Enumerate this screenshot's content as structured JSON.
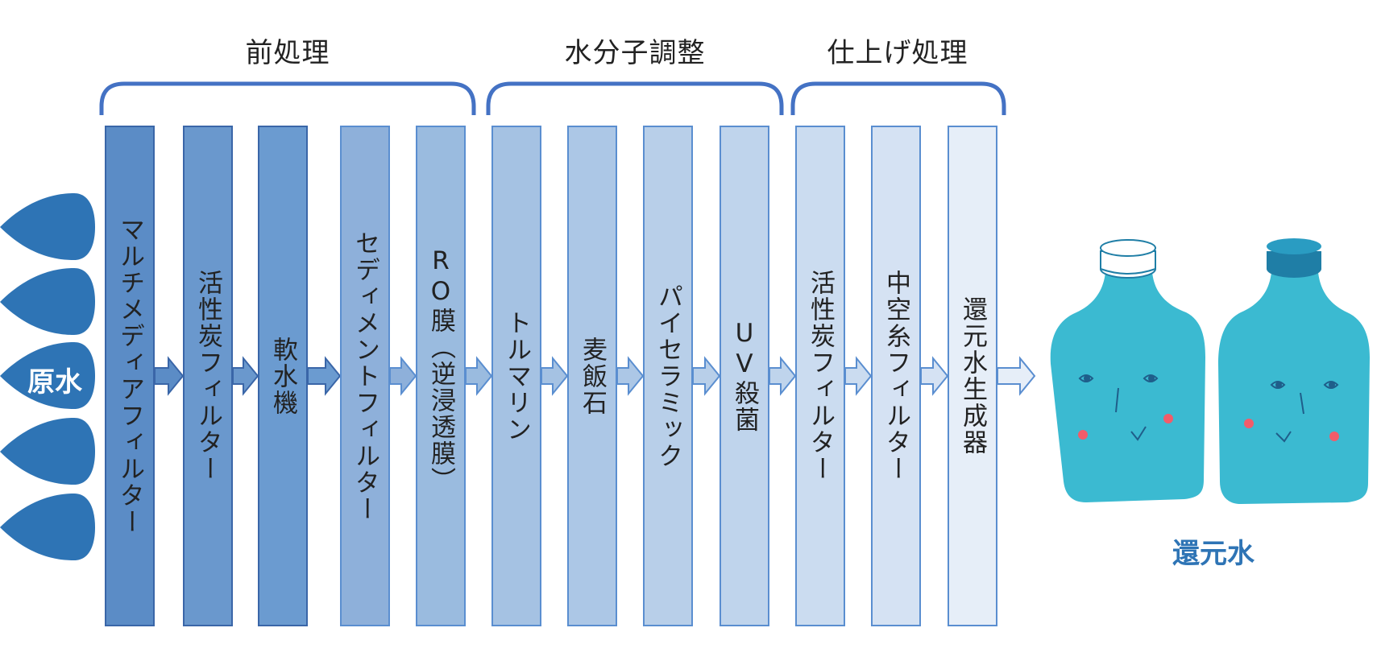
{
  "groups": [
    {
      "label": "前処理"
    },
    {
      "label": "水分子調整"
    },
    {
      "label": "仕上げ処理"
    }
  ],
  "input_label": "原水",
  "output_label": "還元水",
  "stages": [
    {
      "label": "マルチメディアフィルター",
      "fill": "#5b8cc6"
    },
    {
      "label": "活性炭フィルター",
      "fill": "#6a98cd"
    },
    {
      "label": "軟水機",
      "fill": "#6b9bd0"
    },
    {
      "label": "セディメントフィルター",
      "fill": "#8eb0da"
    },
    {
      "label": "RO膜（逆浸透膜）",
      "fill": "#9abbdf"
    },
    {
      "label": "トルマリン",
      "fill": "#a5c2e3"
    },
    {
      "label": "麦飯石",
      "fill": "#acc7e6"
    },
    {
      "label": "パイセラミック",
      "fill": "#b8cfe9"
    },
    {
      "label": "UV殺菌",
      "fill": "#bfd4ec"
    },
    {
      "label": "活性炭フィルター",
      "fill": "#cbdcf0"
    },
    {
      "label": "中空糸フィルター",
      "fill": "#d5e2f3"
    },
    {
      "label": "還元水生成器",
      "fill": "#e6eef8"
    }
  ],
  "colors": {
    "bracket": "#4472c4",
    "drop": "#2e74b5",
    "bottle": "#3bbad1",
    "cap_dark": "#1f7ea6",
    "cheek": "#f25c6a"
  },
  "icons": [
    "water-drop-icon",
    "bottle-icon",
    "arrow-right-icon"
  ]
}
